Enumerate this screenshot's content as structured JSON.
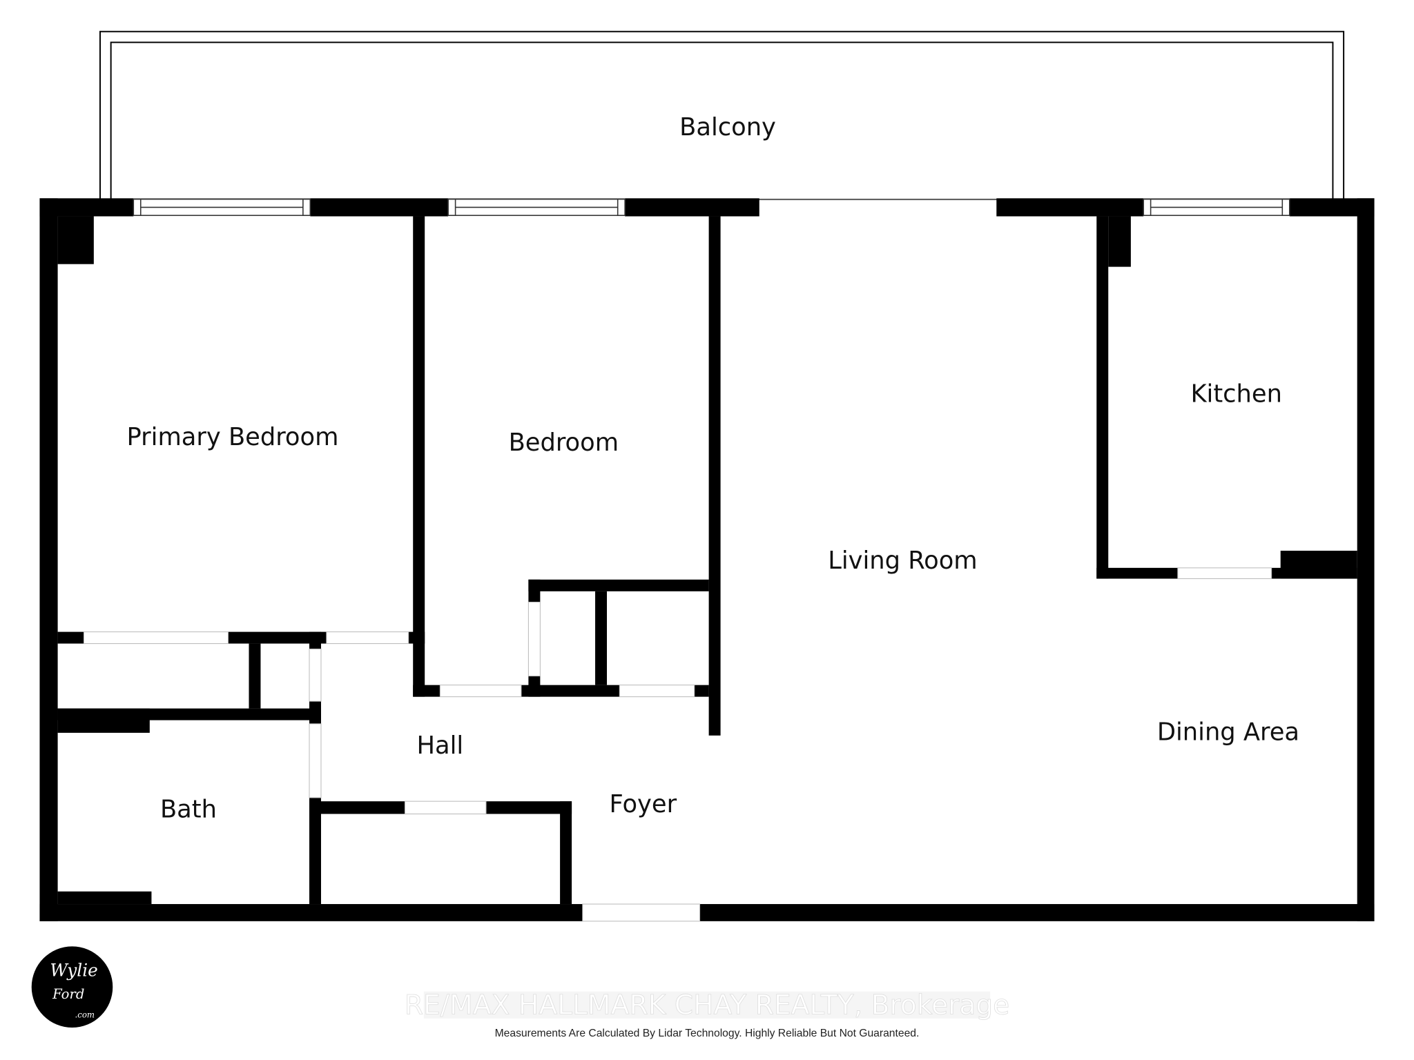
{
  "rooms": {
    "balcony": "Balcony",
    "primary_bedroom": "Primary Bedroom",
    "bedroom": "Bedroom",
    "kitchen": "Kitchen",
    "living_room": "Living Room",
    "dining_area": "Dining Area",
    "hall": "Hall",
    "foyer": "Foyer",
    "bath": "Bath"
  },
  "logo": {
    "line1": "Wylie",
    "line2": "Ford",
    "line3": ".com"
  },
  "watermark": "RE/MAX HALLMARK CHAY REALTY, Brokerage",
  "disclaimer": "Measurements Are Calculated By Lidar Technology. Highly Reliable But Not Guaranteed."
}
